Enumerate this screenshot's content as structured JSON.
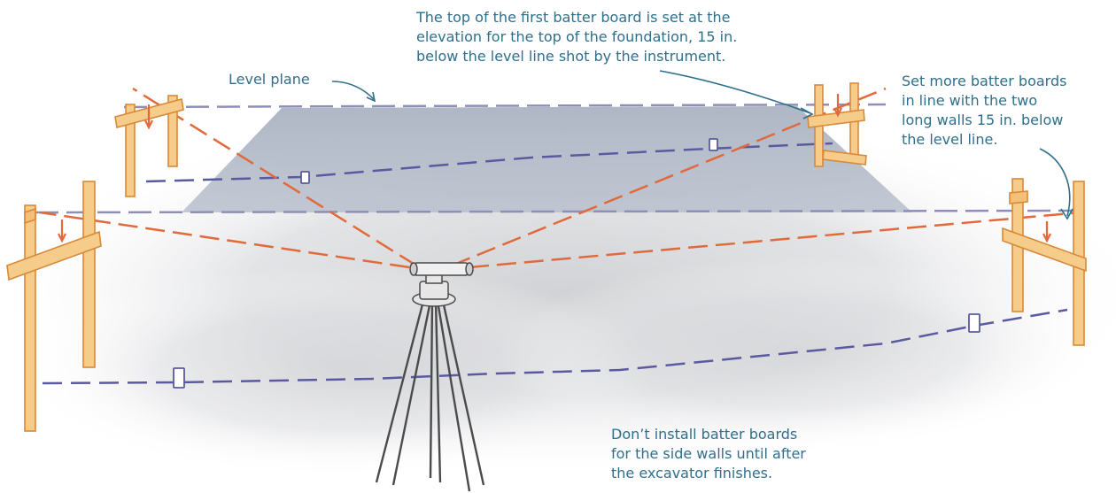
{
  "annotations": {
    "level_plane": "Level plane",
    "top_note": [
      "The top of the first batter board is set at the",
      "elevation for the top of the foundation, 15 in.",
      "below the level line shot by the instrument."
    ],
    "right_note": [
      "Set more batter boards",
      "in line with the two",
      "long walls 15 in. below",
      "the level line."
    ],
    "bottom_note": [
      "Don’t install batter boards",
      "for the side walls until after",
      "the excavator finishes."
    ]
  },
  "colors": {
    "text": "#2f6f8c",
    "level_line": "#8e8fb8",
    "sight_line": "#e06a3c",
    "string_line": "#5a5aa0",
    "wood": "#f3c07a",
    "wood_edge": "#d8893a",
    "plane": "#9ea9bb",
    "ground": "#d9dadc"
  }
}
